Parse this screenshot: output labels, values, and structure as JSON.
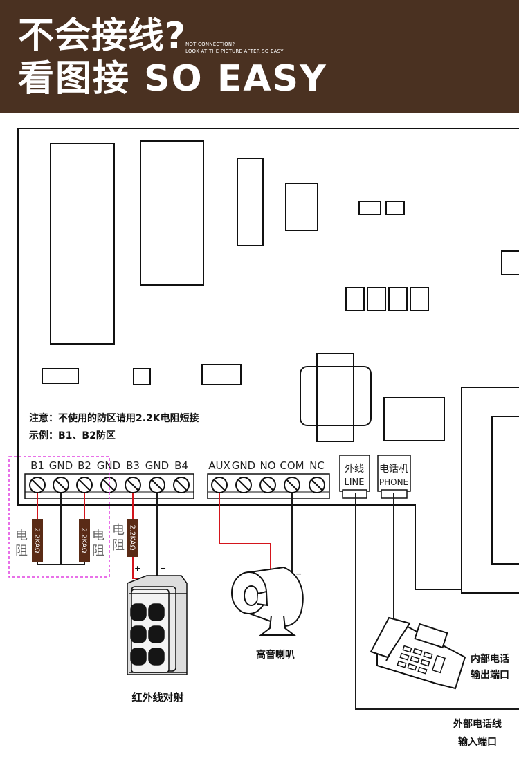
{
  "header": {
    "line1": "不会接线?",
    "sub_line1": "NOT CONNECTION?",
    "sub_line2": "LOOK AT THE PICTURE AFTER SO EASY",
    "line2": "看图接 SO EASY"
  },
  "note": {
    "line1": "注意：不使用的防区请用2.2K电阻短接",
    "line2": "示例：B1、B2防区"
  },
  "terminals": {
    "left": [
      "B1",
      "GND",
      "B2",
      "GND",
      "B3",
      "GND",
      "B4"
    ],
    "right": [
      "AUX",
      "GND",
      "NO",
      "COM",
      "NC"
    ]
  },
  "line_port": {
    "cn": "外线",
    "en": "LINE"
  },
  "phone_port": {
    "cn": "电话机",
    "en": "PHONE"
  },
  "resistor": {
    "label": "电\n阻",
    "value": "2.2KAΩ"
  },
  "polarity": {
    "plus": "+",
    "minus": "−"
  },
  "devices": {
    "ir_beam": "红外线对射",
    "siren": "高音喇叭",
    "phone_out_line1": "内部电话",
    "phone_out_line2": "输出端口",
    "ext_in_line1": "外部电话线",
    "ext_in_line2": "输入端口"
  },
  "colors": {
    "header_bg": "#4a3121",
    "wire_red": "#d4151c",
    "wire_black": "#1a1a1a",
    "dash_box": "#e040e0",
    "resistor_body": "#5a2b16"
  }
}
